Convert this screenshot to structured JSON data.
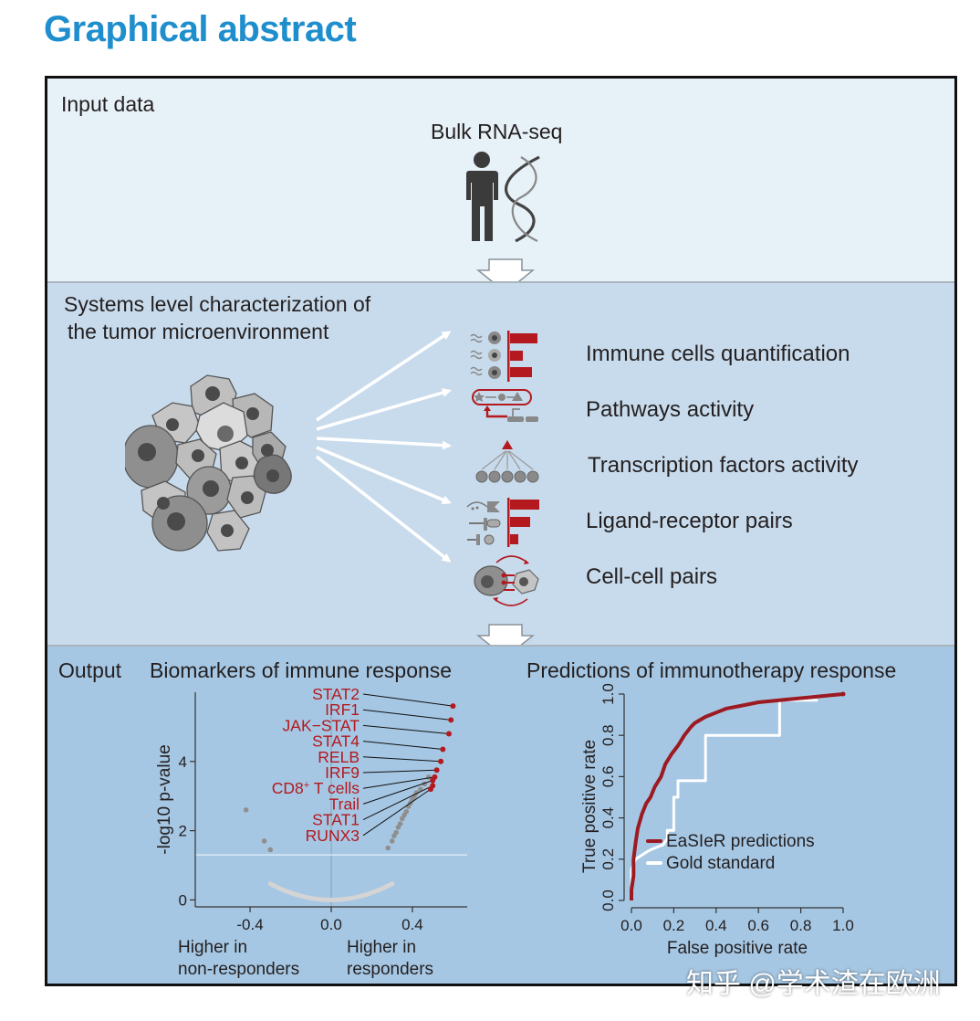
{
  "header": {
    "title": "Graphical abstract"
  },
  "input_section": {
    "label": "Input data",
    "data_type": "Bulk RNA-seq"
  },
  "systems_section": {
    "label_line1": "Systems level characterization of",
    "label_line2": "the tumor microenvironment",
    "features": [
      "Immune cells quantification",
      "Pathways activity",
      "Transcription factors activity",
      "Ligand-receptor pairs",
      "Cell-cell pairs"
    ]
  },
  "output_section": {
    "label": "Output",
    "biomarkers_title": "Biomarkers of immune response",
    "predictions_title": "Predictions of immunotherapy response"
  },
  "colors": {
    "title_blue": "#1f8ecd",
    "accent_red": "#b3191f",
    "dark_red": "#9c1b22"
  },
  "chart_data": [
    {
      "type": "scatter",
      "title": "Biomarkers of immune response",
      "xlabel": "",
      "ylabel": "-log10 p-value",
      "x_ticks": [
        "-0.4",
        "0.0",
        "0.4"
      ],
      "y_ticks": [
        "0",
        "2",
        "4"
      ],
      "xlim": [
        -0.67,
        0.67
      ],
      "ylim": [
        -0.2,
        6
      ],
      "x_axis_left_note": [
        "Higher in",
        "non-responders"
      ],
      "x_axis_right_note": [
        "Higher in",
        "responders"
      ],
      "threshold_y": 1.3,
      "highlighted": [
        {
          "name": "STAT2",
          "x": 0.6,
          "y": 5.6
        },
        {
          "name": "IRF1",
          "x": 0.59,
          "y": 5.2
        },
        {
          "name": "JAK−STAT",
          "x": 0.58,
          "y": 4.8
        },
        {
          "name": "STAT4",
          "x": 0.55,
          "y": 4.35
        },
        {
          "name": "RELB",
          "x": 0.54,
          "y": 4.0
        },
        {
          "name": "IRF9",
          "x": 0.52,
          "y": 3.75
        },
        {
          "name": "CD8+ T cells",
          "x": 0.51,
          "y": 3.55
        },
        {
          "name": "Trail",
          "x": 0.5,
          "y": 3.45
        },
        {
          "name": "STAT1",
          "x": 0.5,
          "y": 3.3
        },
        {
          "name": "RUNX3",
          "x": 0.49,
          "y": 3.2
        }
      ],
      "significant_points": [
        {
          "x": -0.42,
          "y": 2.6
        },
        {
          "x": -0.33,
          "y": 1.7
        },
        {
          "x": -0.3,
          "y": 1.45
        },
        {
          "x": 0.28,
          "y": 1.5
        },
        {
          "x": 0.3,
          "y": 1.7
        },
        {
          "x": 0.31,
          "y": 1.85
        },
        {
          "x": 0.32,
          "y": 1.95
        },
        {
          "x": 0.33,
          "y": 2.1
        },
        {
          "x": 0.34,
          "y": 2.2
        },
        {
          "x": 0.35,
          "y": 2.35
        },
        {
          "x": 0.36,
          "y": 2.45
        },
        {
          "x": 0.37,
          "y": 2.55
        },
        {
          "x": 0.38,
          "y": 2.7
        },
        {
          "x": 0.39,
          "y": 2.8
        },
        {
          "x": 0.4,
          "y": 2.9
        },
        {
          "x": 0.41,
          "y": 3.0
        },
        {
          "x": 0.42,
          "y": 3.1
        },
        {
          "x": 0.44,
          "y": 3.2
        },
        {
          "x": 0.46,
          "y": 3.35
        },
        {
          "x": 0.48,
          "y": 3.55
        }
      ],
      "background_points_formula": "y = 2.2*x^2 + 3*x^2"
    },
    {
      "type": "line",
      "title": "Predictions of immunotherapy response",
      "xlabel": "False positive rate",
      "ylabel": "True positive rate",
      "x_ticks": [
        "0.0",
        "0.2",
        "0.4",
        "0.6",
        "0.8",
        "1.0"
      ],
      "y_ticks": [
        "0.0",
        "0.2",
        "0.4",
        "0.6",
        "0.8",
        "1.0"
      ],
      "xlim": [
        0,
        1
      ],
      "ylim": [
        0,
        1
      ],
      "legend_position": "bottom-right",
      "series": [
        {
          "name": "EaSIeR predictions",
          "color": "#9c1b22",
          "points": [
            [
              0,
              0
            ],
            [
              0,
              0.05
            ],
            [
              0.01,
              0.12
            ],
            [
              0.01,
              0.2
            ],
            [
              0.02,
              0.28
            ],
            [
              0.03,
              0.35
            ],
            [
              0.05,
              0.42
            ],
            [
              0.07,
              0.47
            ],
            [
              0.09,
              0.5
            ],
            [
              0.11,
              0.55
            ],
            [
              0.14,
              0.6
            ],
            [
              0.16,
              0.66
            ],
            [
              0.19,
              0.71
            ],
            [
              0.22,
              0.75
            ],
            [
              0.25,
              0.8
            ],
            [
              0.28,
              0.84
            ],
            [
              0.3,
              0.86
            ],
            [
              0.35,
              0.89
            ],
            [
              0.4,
              0.91
            ],
            [
              0.45,
              0.93
            ],
            [
              0.5,
              0.94
            ],
            [
              0.6,
              0.96
            ],
            [
              0.7,
              0.97
            ],
            [
              0.8,
              0.98
            ],
            [
              0.9,
              0.99
            ],
            [
              1.0,
              1.0
            ]
          ]
        },
        {
          "name": "Gold standard",
          "color": "#ffffff",
          "points": [
            [
              0,
              0
            ],
            [
              0,
              0.15
            ],
            [
              0.02,
              0.2
            ],
            [
              0.05,
              0.22
            ],
            [
              0.08,
              0.24
            ],
            [
              0.1,
              0.25
            ],
            [
              0.15,
              0.27
            ],
            [
              0.17,
              0.3
            ],
            [
              0.17,
              0.34
            ],
            [
              0.2,
              0.34
            ],
            [
              0.2,
              0.5
            ],
            [
              0.22,
              0.5
            ],
            [
              0.22,
              0.58
            ],
            [
              0.35,
              0.58
            ],
            [
              0.35,
              0.8
            ],
            [
              0.7,
              0.8
            ],
            [
              0.7,
              0.97
            ],
            [
              0.88,
              0.97
            ]
          ]
        }
      ]
    }
  ]
}
